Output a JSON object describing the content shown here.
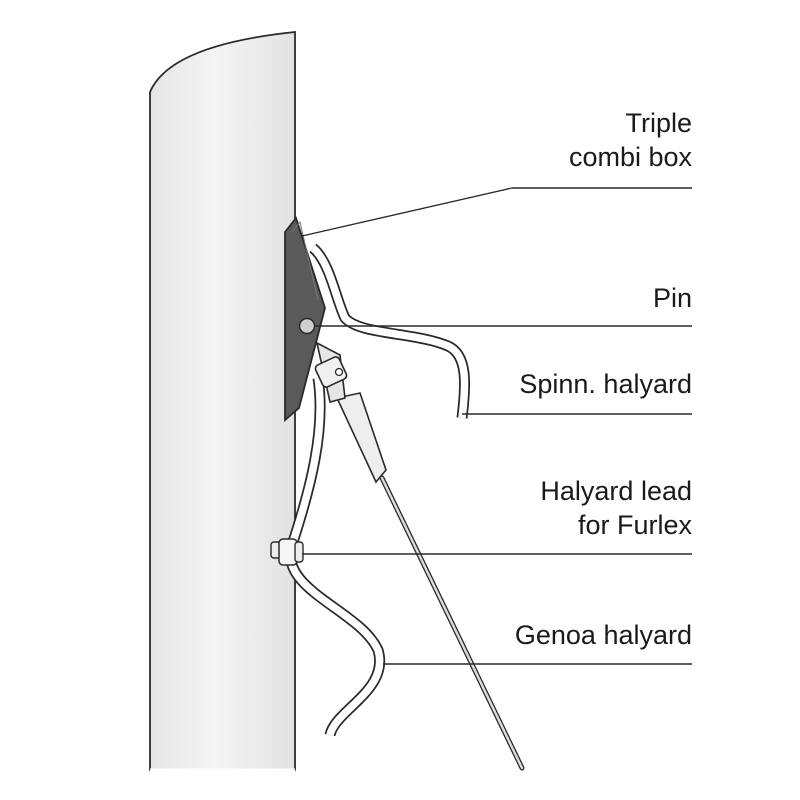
{
  "labels": {
    "combi_box": {
      "lines": [
        "Triple",
        "combi box"
      ]
    },
    "pin": {
      "lines": [
        "Pin"
      ]
    },
    "spinn_halyard": {
      "lines": [
        "Spinn. halyard"
      ]
    },
    "halyard_lead": {
      "lines": [
        "Halyard lead",
        "for Furlex"
      ]
    },
    "genoa_halyard": {
      "lines": [
        "Genoa halyard"
      ]
    }
  },
  "colors": {
    "mast_fill": "#ededed",
    "mast_stroke": "#2a2a2a",
    "box_fill": "#5a5a5a",
    "line_stroke": "#2a2a2a",
    "rope_fill": "#ffffff"
  }
}
